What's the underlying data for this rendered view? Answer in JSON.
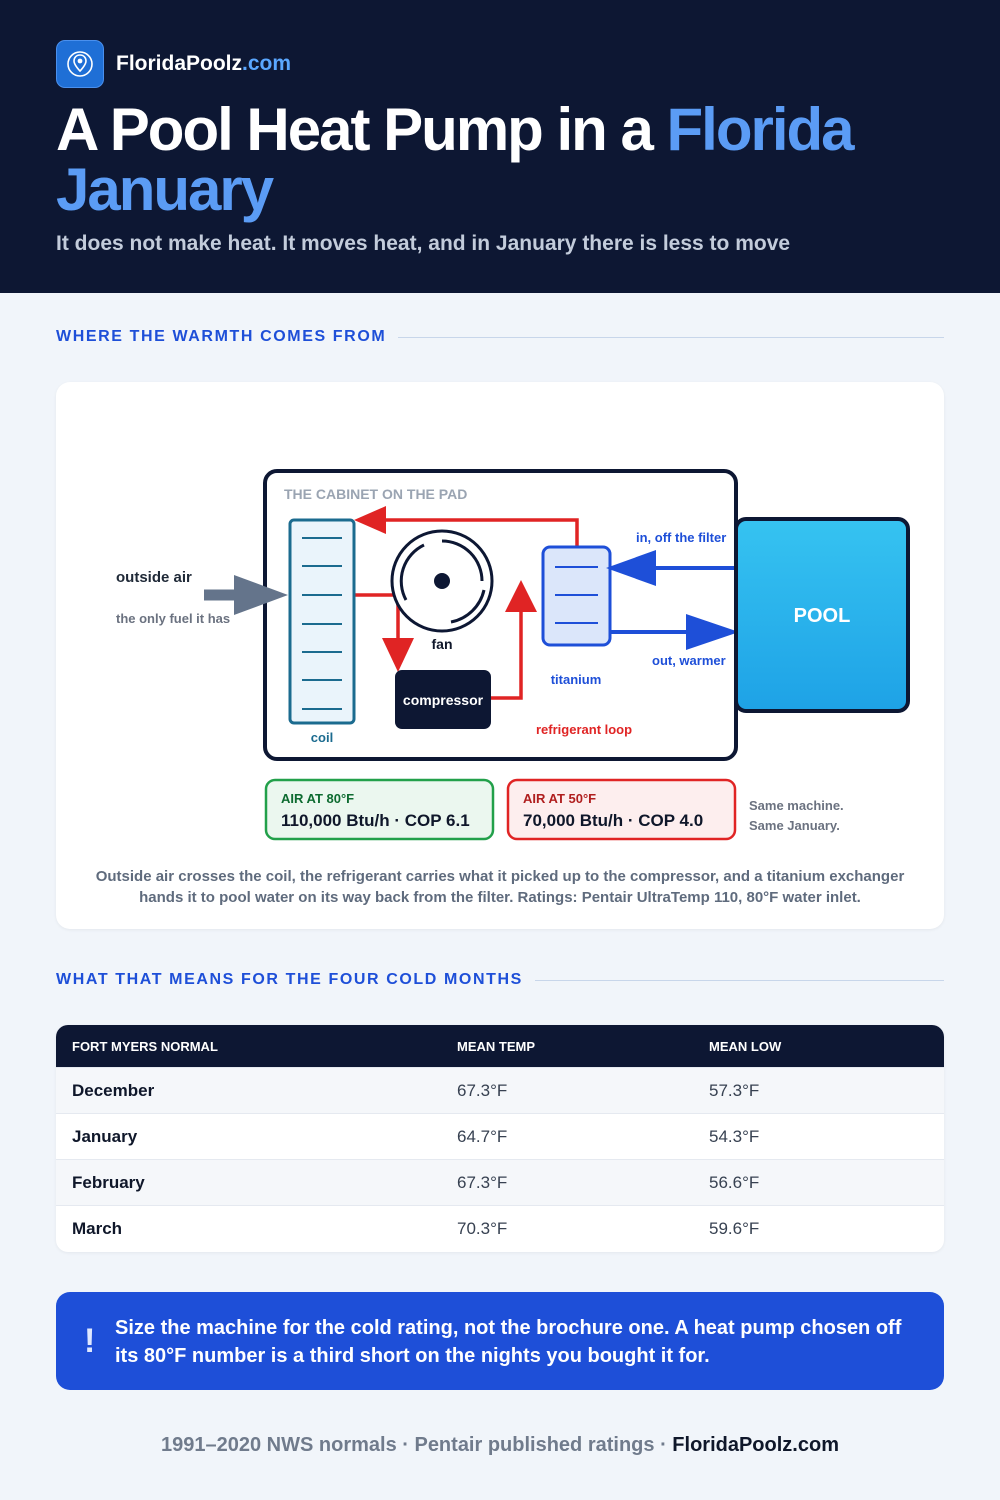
{
  "brand": {
    "name": "FloridaPoolz",
    "tld": ".com",
    "logo_icon": "map-pin-icon"
  },
  "title": {
    "line_main": "A Pool Heat Pump in a ",
    "line_accent": "Florida January"
  },
  "subtitle": "It does not make heat. It moves heat, and in January there is less to move",
  "section1": {
    "label": "WHERE THE WARMTH COMES FROM"
  },
  "diagram": {
    "cabinet_label": "THE CABINET ON THE PAD",
    "outside_air": "outside air",
    "outside_air_note": "the only fuel it has",
    "coil": "coil",
    "fan": "fan",
    "compressor": "compressor",
    "titanium": "titanium",
    "refrigerant_loop": "refrigerant loop",
    "in_label": "in, off the filter",
    "out_label": "out, warmer",
    "pool": "POOL",
    "warm_rating": {
      "label": "AIR AT 80°F",
      "value": "110,000 Btu/h · COP 6.1"
    },
    "cold_rating": {
      "label": "AIR AT 50°F",
      "value": "70,000 Btu/h · COP 4.0"
    },
    "same_note_1": "Same machine.",
    "same_note_2": "Same January.",
    "colors": {
      "refrigerant": "#e02424",
      "water": "#1e4fd8",
      "air": "#64748b",
      "pool": "#22a7e8",
      "coil": "#1b6b8f"
    }
  },
  "caption": "Outside air crosses the coil, the refrigerant carries what it picked up to the compressor, and a titanium exchanger hands it to pool water on its way back from the filter. Ratings: Pentair UltraTemp 110, 80°F water inlet.",
  "section2": {
    "label": "WHAT THAT MEANS FOR THE FOUR COLD MONTHS"
  },
  "table": {
    "headers": [
      "FORT MYERS NORMAL",
      "MEAN TEMP",
      "MEAN LOW"
    ],
    "rows": [
      [
        "December",
        "67.3°F",
        "57.3°F"
      ],
      [
        "January",
        "64.7°F",
        "54.3°F"
      ],
      [
        "February",
        "67.3°F",
        "56.6°F"
      ],
      [
        "March",
        "70.3°F",
        "59.6°F"
      ]
    ]
  },
  "callout": {
    "icon": "!",
    "strong": "Size the machine for the cold rating, not the brochure one.",
    "rest": " A heat pump chosen off its 80°F number is a third short on the nights you bought it for."
  },
  "footer": {
    "sources": "1991–2020 NWS normals · Pentair published ratings · ",
    "site": "FloridaPoolz.com"
  }
}
